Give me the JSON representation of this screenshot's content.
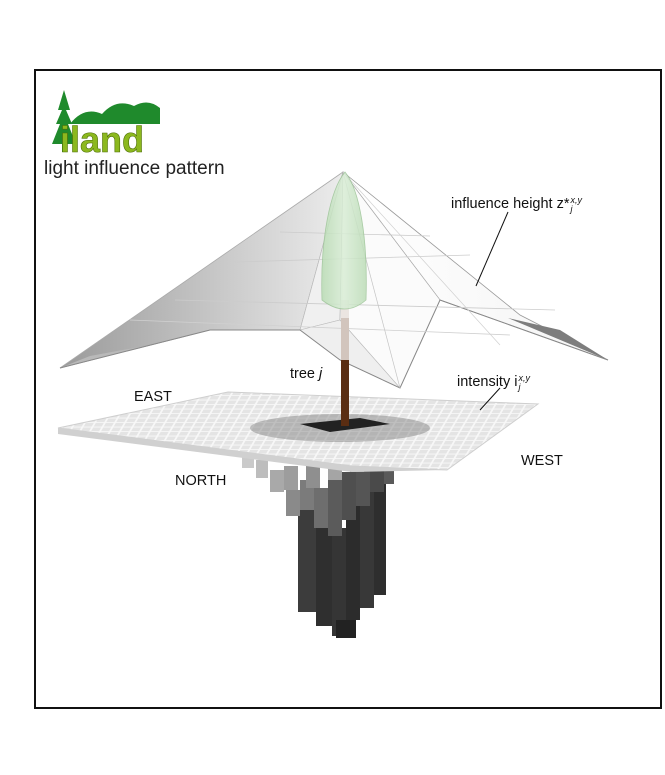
{
  "logo": {
    "text": "iland",
    "tree_color": "#1f8a2c",
    "text_color": "#8cb81e"
  },
  "title": "light influence pattern",
  "labels": {
    "influence_height": "influence height z*",
    "influence_height_sup": "x,y",
    "influence_height_sub": "j",
    "intensity": "intensity i",
    "intensity_sup": "x,y",
    "intensity_sub": "j",
    "tree": "tree ",
    "tree_var": "j",
    "east": "EAST",
    "west": "WEST",
    "north": "NORTH"
  },
  "colors": {
    "frame": "#111111",
    "crown": "#cfe6cb",
    "trunk": "#5a2d12",
    "surface_light": "#f2f2f2",
    "surface_dark": "#a9a9a9",
    "grid": "#d9d9d9",
    "bars_dark": "#3b3b3b"
  }
}
